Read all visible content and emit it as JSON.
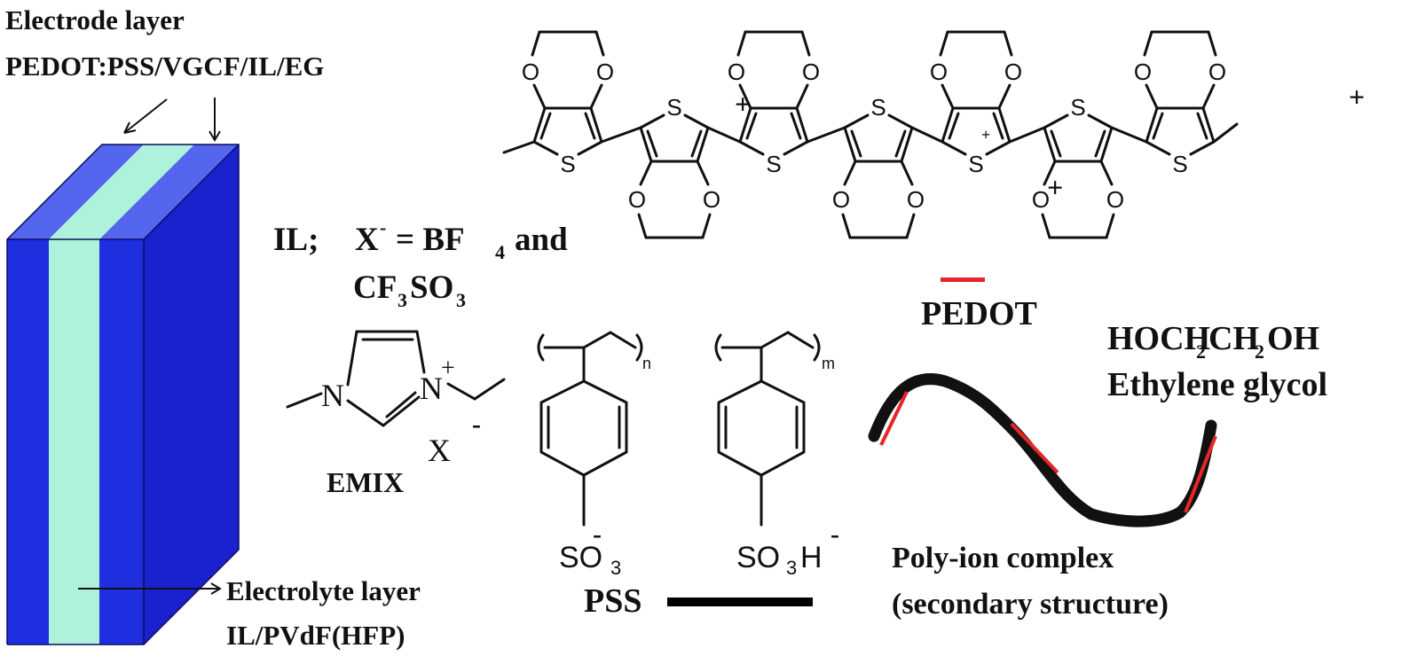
{
  "device": {
    "electrode_label_line1": "Electrode layer",
    "electrode_label_line2": "PEDOT:PSS/VGCF/IL/EG",
    "electrolyte_label_line1": "Electrolyte layer",
    "electrolyte_label_line2": "IL/PVdF(HFP)",
    "electrode_color": "#1f2fe0",
    "electrode_top_color": "#5566ee",
    "electrolyte_color": "#aef2dc"
  },
  "ionic_liquid": {
    "prefix": "IL;",
    "anion_symbol": "X",
    "anion_charge": "-",
    "equals": "= BF",
    "bf_sub": "4",
    "and_text": "and",
    "cf_main": "CF",
    "cf_sub": "3",
    "so_main": "SO",
    "so_sub": "3",
    "name": "EMIX",
    "atom_n": "N",
    "cation_plus": "+",
    "counter_ion": "X",
    "counter_charge": "-"
  },
  "pss": {
    "label": "PSS",
    "sub_n": "n",
    "sub_m": "m",
    "so3_left": "SO",
    "so3_left_sub": "3",
    "so3_left_charge": "-",
    "so3h_right": "SO",
    "so3h_right_sub": "3",
    "so3h_right_h": "H",
    "so3h_right_charge": "-",
    "legend_color": "#000000"
  },
  "pedot": {
    "label": "PEDOT",
    "atom_o": "O",
    "atom_s": "S",
    "plus": "+",
    "legend_color": "#e8262a"
  },
  "ethylene_glycol": {
    "formula_parts": [
      "HOCH",
      "2",
      "CH",
      "2",
      "OH"
    ],
    "name": "Ethylene glycol"
  },
  "complex": {
    "line1": "Poly-ion complex",
    "line2": "(secondary structure)"
  }
}
